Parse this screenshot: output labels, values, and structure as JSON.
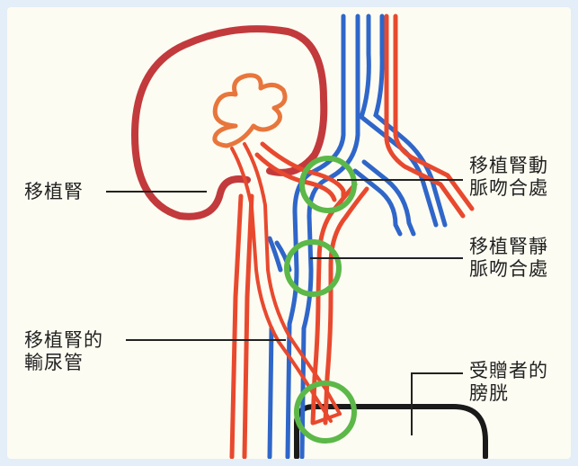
{
  "labels": {
    "kidney": "移植腎",
    "artery_line1": "移植腎動",
    "artery_line2": "脈吻合處",
    "vein_line1": "移植腎靜",
    "vein_line2": "脈吻合處",
    "ureter_line1": "移植腎的",
    "ureter_line2": "輸尿管",
    "bladder_line1": "受贈者的",
    "bladder_line2": "膀胱"
  },
  "colors": {
    "background": "#e3eef8",
    "panel": "#fdfcf2",
    "kidney": "#c23a3c",
    "artery": "#e8492e",
    "vein": "#2f66c9",
    "ureter": "#e8763c",
    "anastomosis": "#5cb848",
    "bladder": "#1a1a1a",
    "leader": "#222222"
  }
}
